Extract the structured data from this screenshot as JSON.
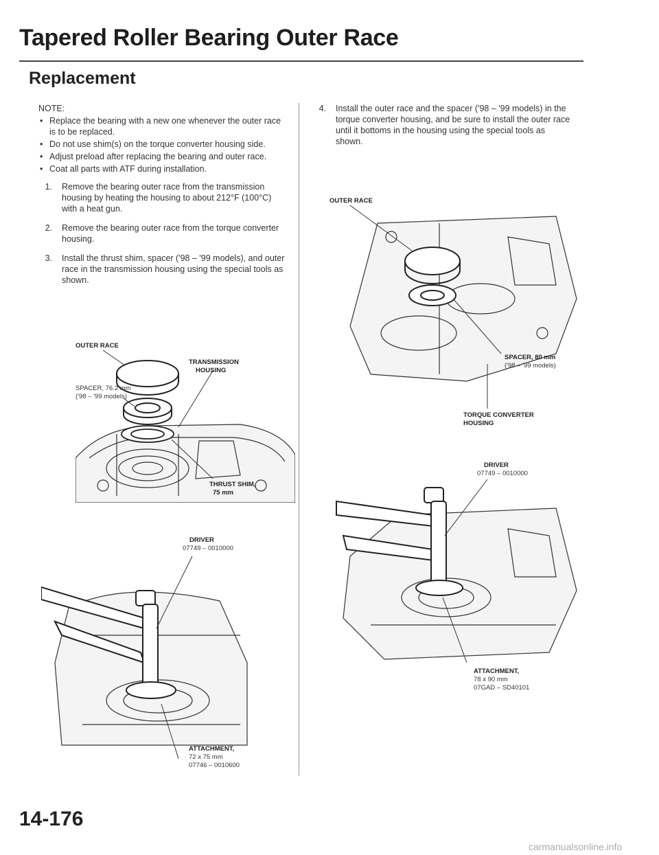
{
  "header": {
    "title": "Tapered Roller Bearing Outer Race",
    "section": "Replacement"
  },
  "left_column": {
    "note_title": "NOTE:",
    "notes": [
      "Replace the bearing with a new one whenever the outer race is to be replaced.",
      "Do not use shim(s) on the torque converter housing side.",
      "Adjust preload after replacing the bearing and outer race.",
      "Coat all parts with ATF during installation."
    ],
    "steps": [
      {
        "num": "1.",
        "text": "Remove the bearing outer race from the transmission housing by heating the housing to about 212°F (100°C) with a heat gun."
      },
      {
        "num": "2.",
        "text": "Remove the bearing outer race from the torque converter housing."
      },
      {
        "num": "3.",
        "text": "Install the thrust shim, spacer ('98 – '99 models), and outer race in the transmission housing using the special tools as shown."
      }
    ]
  },
  "right_column": {
    "steps": [
      {
        "num": "4.",
        "text": "Install the outer race and the spacer ('98 – '99 models) in the torque converter housing, and be sure to install the outer race until it bottoms in the housing using the special tools as shown."
      }
    ]
  },
  "figures": {
    "fig1": {
      "outer_race": "OUTER RACE",
      "trans_housing_1": "TRANSMISSION",
      "trans_housing_2": "HOUSING",
      "spacer_1": "SPACER, 76.2 mm",
      "spacer_2": "('98 – '99 models)",
      "thrust_1": "THRUST SHIM,",
      "thrust_2": "75 mm"
    },
    "fig2": {
      "driver_1": "DRIVER",
      "driver_2": "07749 – 0010000",
      "attach_1": "ATTACHMENT,",
      "attach_2": "72 x 75 mm",
      "attach_3": "07746 – 0010600"
    },
    "fig3": {
      "outer_race": "OUTER RACE",
      "spacer_1": "SPACER, 80 mm",
      "spacer_2": "('98 – '99 models)",
      "tc_1": "TORQUE CONVERTER",
      "tc_2": "HOUSING"
    },
    "fig4": {
      "driver_1": "DRIVER",
      "driver_2": "07749 – 0010000",
      "attach_1": "ATTACHMENT,",
      "attach_2": "78 x 90 mm",
      "attach_3": "07GAD – SD40101"
    }
  },
  "footer": {
    "page_number": "14-176",
    "watermark": "carmanualsonline.info"
  }
}
